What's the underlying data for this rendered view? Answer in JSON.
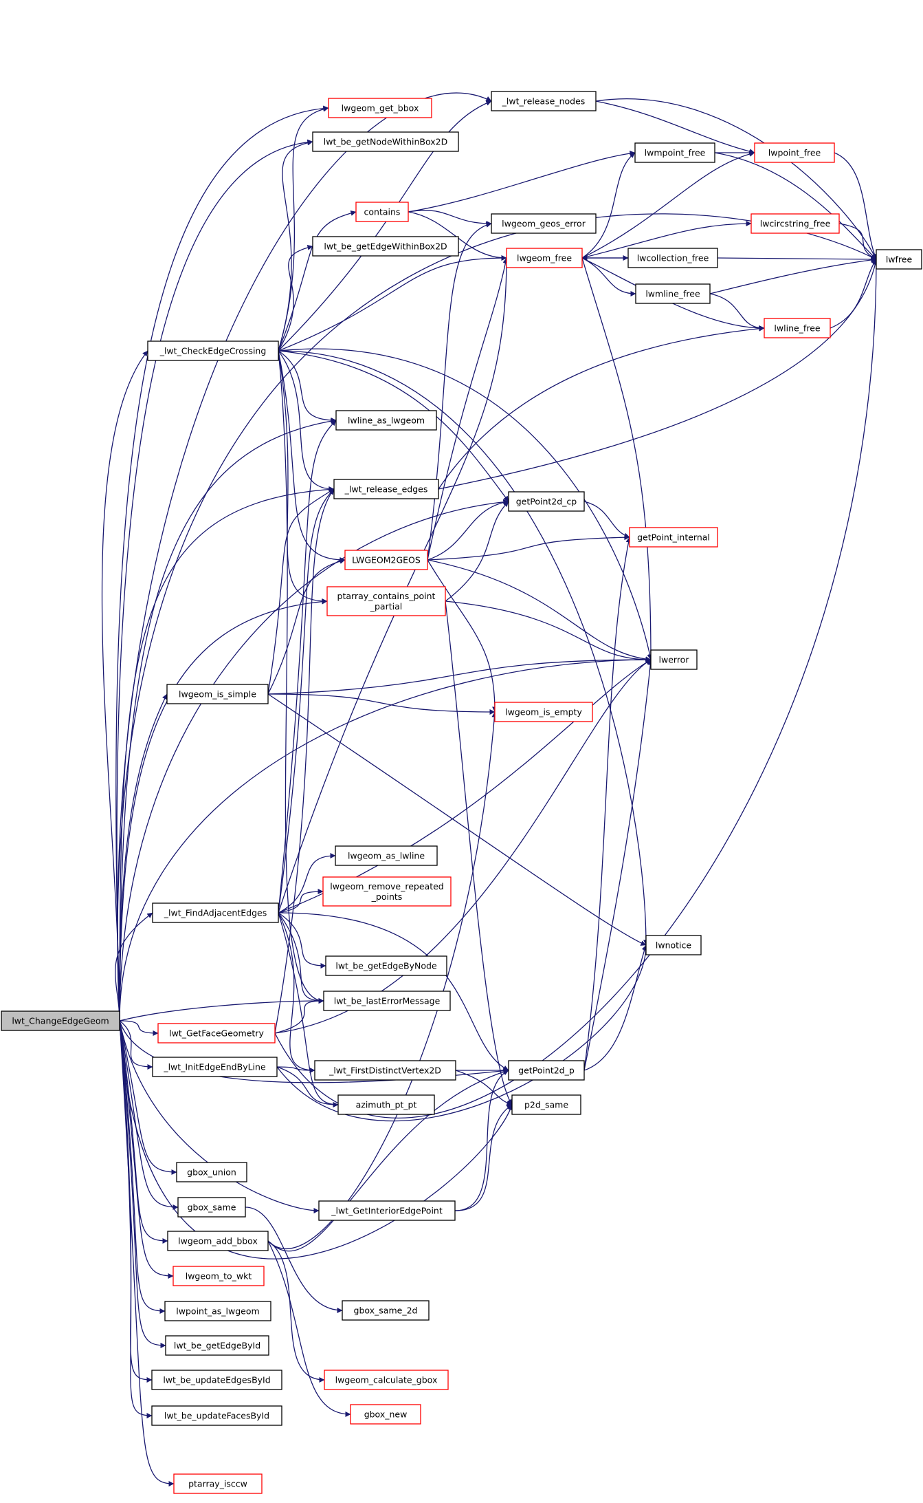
{
  "graph": {
    "root": "lwt_ChangeEdgeGeom",
    "colors": {
      "edge": "#191970",
      "root_fill": "#bfbfbf",
      "node_border": "#000000",
      "truncated_border": "#ff0000",
      "node_fill": "#ffffff"
    },
    "nodes": [
      {
        "id": "root",
        "lines": [
          "lwt_ChangeEdgeGeom"
        ],
        "style": "root"
      },
      {
        "id": "release_nodes",
        "lines": [
          "_lwt_release_nodes"
        ],
        "style": "normal"
      },
      {
        "id": "lwfree",
        "lines": [
          "lwfree"
        ],
        "style": "normal"
      },
      {
        "id": "get_bbox",
        "lines": [
          "lwgeom_get_bbox"
        ],
        "style": "truncated"
      },
      {
        "id": "node_within_box",
        "lines": [
          "lwt_be_getNodeWithinBox2D"
        ],
        "style": "normal"
      },
      {
        "id": "contains",
        "lines": [
          "contains"
        ],
        "style": "truncated"
      },
      {
        "id": "edge_within_box",
        "lines": [
          "lwt_be_getEdgeWithinBox2D"
        ],
        "style": "normal"
      },
      {
        "id": "check_edge_crossing",
        "lines": [
          "_lwt_CheckEdgeCrossing"
        ],
        "style": "normal"
      },
      {
        "id": "lwline_as_lwgeom",
        "lines": [
          "lwline_as_lwgeom"
        ],
        "style": "normal"
      },
      {
        "id": "release_edges",
        "lines": [
          "_lwt_release_edges"
        ],
        "style": "normal"
      },
      {
        "id": "lwgeom2geos",
        "lines": [
          "LWGEOM2GEOS"
        ],
        "style": "truncated"
      },
      {
        "id": "ptarray_contains",
        "lines": [
          "ptarray_contains_point",
          "_partial"
        ],
        "style": "truncated"
      },
      {
        "id": "lwgeom_is_simple",
        "lines": [
          "lwgeom_is_simple"
        ],
        "style": "normal"
      },
      {
        "id": "lwmpoint_free",
        "lines": [
          "lwmpoint_free"
        ],
        "style": "normal"
      },
      {
        "id": "lwpoint_free",
        "lines": [
          "lwpoint_free"
        ],
        "style": "truncated"
      },
      {
        "id": "geos_error",
        "lines": [
          "lwgeom_geos_error"
        ],
        "style": "normal"
      },
      {
        "id": "lwgeom_free",
        "lines": [
          "lwgeom_free"
        ],
        "style": "truncated"
      },
      {
        "id": "lwcircstring_free",
        "lines": [
          "lwcircstring_free"
        ],
        "style": "truncated"
      },
      {
        "id": "lwcollection_free",
        "lines": [
          "lwcollection_free"
        ],
        "style": "normal"
      },
      {
        "id": "lwmline_free",
        "lines": [
          "lwmline_free"
        ],
        "style": "normal"
      },
      {
        "id": "lwline_free",
        "lines": [
          "lwline_free"
        ],
        "style": "truncated"
      },
      {
        "id": "getpoint2d_cp",
        "lines": [
          "getPoint2d_cp"
        ],
        "style": "normal"
      },
      {
        "id": "getpoint_internal",
        "lines": [
          "getPoint_internal"
        ],
        "style": "truncated"
      },
      {
        "id": "lwerror",
        "lines": [
          "lwerror"
        ],
        "style": "normal"
      },
      {
        "id": "is_empty",
        "lines": [
          "lwgeom_is_empty"
        ],
        "style": "truncated"
      },
      {
        "id": "as_lwline",
        "lines": [
          "lwgeom_as_lwline"
        ],
        "style": "normal"
      },
      {
        "id": "remove_repeated",
        "lines": [
          "lwgeom_remove_repeated",
          "_points"
        ],
        "style": "truncated"
      },
      {
        "id": "find_adjacent",
        "lines": [
          "_lwt_FindAdjacentEdges"
        ],
        "style": "normal"
      },
      {
        "id": "lwnotice",
        "lines": [
          "lwnotice"
        ],
        "style": "normal"
      },
      {
        "id": "edge_by_node",
        "lines": [
          "lwt_be_getEdgeByNode"
        ],
        "style": "normal"
      },
      {
        "id": "last_error",
        "lines": [
          "lwt_be_lastErrorMessage"
        ],
        "style": "normal"
      },
      {
        "id": "face_geometry",
        "lines": [
          "lwt_GetFaceGeometry"
        ],
        "style": "truncated"
      },
      {
        "id": "init_edge_end",
        "lines": [
          "_lwt_InitEdgeEndByLine"
        ],
        "style": "normal"
      },
      {
        "id": "first_distinct",
        "lines": [
          "_lwt_FirstDistinctVertex2D"
        ],
        "style": "normal"
      },
      {
        "id": "getpoint2d_p",
        "lines": [
          "getPoint2d_p"
        ],
        "style": "normal"
      },
      {
        "id": "azimuth",
        "lines": [
          "azimuth_pt_pt"
        ],
        "style": "normal"
      },
      {
        "id": "p2d_same",
        "lines": [
          "p2d_same"
        ],
        "style": "normal"
      },
      {
        "id": "gbox_union",
        "lines": [
          "gbox_union"
        ],
        "style": "normal"
      },
      {
        "id": "gbox_same",
        "lines": [
          "gbox_same"
        ],
        "style": "normal"
      },
      {
        "id": "interior_edge_point",
        "lines": [
          "_lwt_GetInteriorEdgePoint"
        ],
        "style": "normal"
      },
      {
        "id": "add_bbox",
        "lines": [
          "lwgeom_add_bbox"
        ],
        "style": "normal"
      },
      {
        "id": "gbox_same_2d",
        "lines": [
          "gbox_same_2d"
        ],
        "style": "normal"
      },
      {
        "id": "to_wkt",
        "lines": [
          "lwgeom_to_wkt"
        ],
        "style": "truncated"
      },
      {
        "id": "lwpoint_as_lwgeom",
        "lines": [
          "lwpoint_as_lwgeom"
        ],
        "style": "normal"
      },
      {
        "id": "edge_by_id",
        "lines": [
          "lwt_be_getEdgeById"
        ],
        "style": "normal"
      },
      {
        "id": "calc_gbox",
        "lines": [
          "lwgeom_calculate_gbox"
        ],
        "style": "truncated"
      },
      {
        "id": "update_edges",
        "lines": [
          "lwt_be_updateEdgesById"
        ],
        "style": "normal"
      },
      {
        "id": "gbox_new",
        "lines": [
          "gbox_new"
        ],
        "style": "truncated"
      },
      {
        "id": "update_faces",
        "lines": [
          "lwt_be_updateFacesById"
        ],
        "style": "normal"
      },
      {
        "id": "ptarray_isccw",
        "lines": [
          "ptarray_isccw"
        ],
        "style": "truncated"
      }
    ]
  }
}
